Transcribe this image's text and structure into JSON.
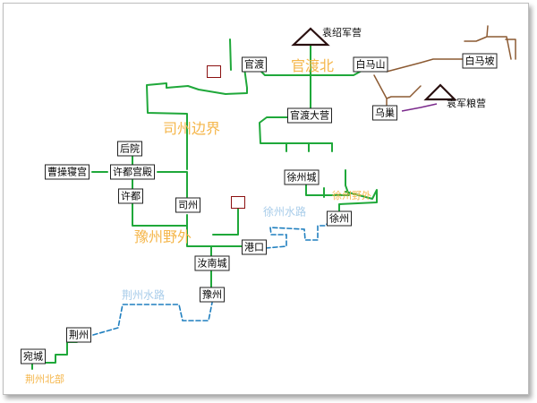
{
  "colors": {
    "road": "#1fa83a",
    "road_north": "#8c5a32",
    "road_supply": "#7b2a8c",
    "water": "#1f7fbf",
    "label_region": "#f5b64a",
    "label_water": "#a9cdea",
    "marker": "#8b1010"
  },
  "nodes": {
    "guandu": "官渡",
    "baimashan": "白马山",
    "baimapo": "白马坡",
    "guandu_dayng": "官渡大营",
    "wuchao": "乌巢",
    "houyuan": "后院",
    "caocao_qin": "曹操寝宫",
    "xudu_gongdian": "许都宫殿",
    "xudu": "许都",
    "sizhou": "司州",
    "xuzhou_cheng": "徐州城",
    "xuzhou": "徐州",
    "gangkou": "港口",
    "runan": "汝南城",
    "yuzhou": "豫州",
    "jingzhou": "荆州",
    "wancheng": "宛城"
  },
  "camps": {
    "yuan_shao": "袁绍军营",
    "yuan_liang": "袁军粮营"
  },
  "regions": {
    "guandu_north": "官渡北",
    "sizhou_border": "司州边界",
    "yuzhou_wild": "豫州野外",
    "xuzhou_wild": "徐州野外",
    "jingzhou_north": "荆州北部"
  },
  "waterways": {
    "xuzhou_water": "徐州水路",
    "jingzhou_water": "荆州水路"
  }
}
